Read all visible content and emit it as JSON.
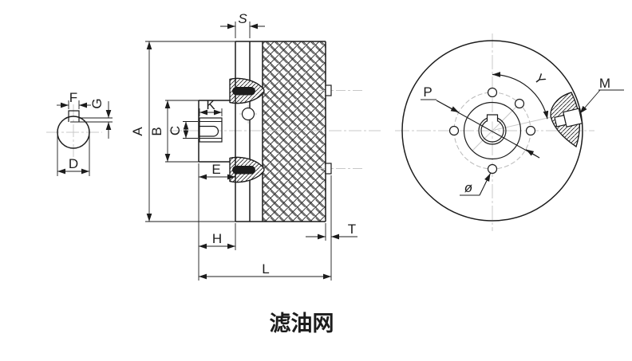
{
  "title": "滤油网",
  "dimension_labels": {
    "shaft_view": {
      "key_width_f": "F",
      "key_depth_g": "G",
      "shaft_diameter_d": "D"
    },
    "section_view": {
      "plate_thickness_s": "S",
      "overall_height_a": "A",
      "hub_height_b": "B",
      "thread_diameter_c": "C",
      "thread_depth_k": "K",
      "hub_step_e": "E",
      "hub_length_h": "H",
      "tab_thickness_t": "T",
      "overall_length_l": "L"
    },
    "front_view": {
      "bolt_circle_p": "P",
      "angle_y": "Y",
      "plug_m": "M",
      "hole_diameter": "ø"
    }
  },
  "colors": {
    "line": "#1c1c1c",
    "centerline": "#c8c8c8",
    "bolt_circle": "#b8b8b8",
    "background": "#ffffff"
  }
}
